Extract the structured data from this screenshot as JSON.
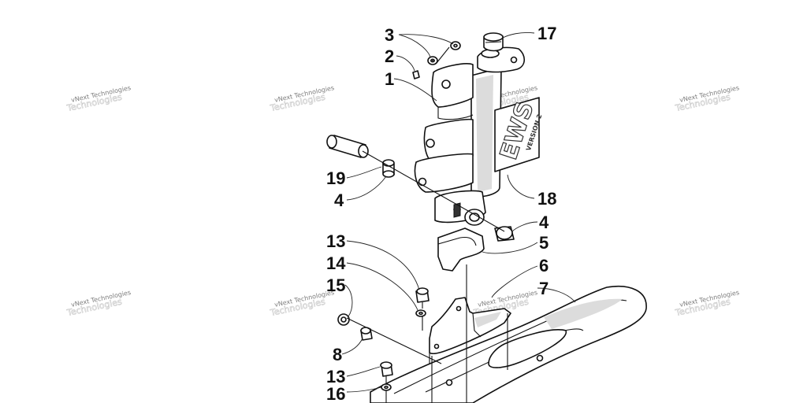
{
  "callouts": {
    "c1": "1",
    "c2": "2",
    "c3": "3",
    "c4a": "4",
    "c4b": "4",
    "c5": "5",
    "c6": "6",
    "c7": "7",
    "c8": "8",
    "c13a": "13",
    "c13b": "13",
    "c14": "14",
    "c15": "15",
    "c16": "16",
    "c17": "17",
    "c18": "18",
    "c19": "19"
  },
  "watermark": {
    "text": "vNext Technologies",
    "ghost": "Technologies"
  },
  "decal": {
    "word": "EWS",
    "subtitle": "VERSION 2"
  },
  "colors": {
    "line": "#111111",
    "watermark": "#7d7d7d",
    "background": "#ffffff"
  }
}
